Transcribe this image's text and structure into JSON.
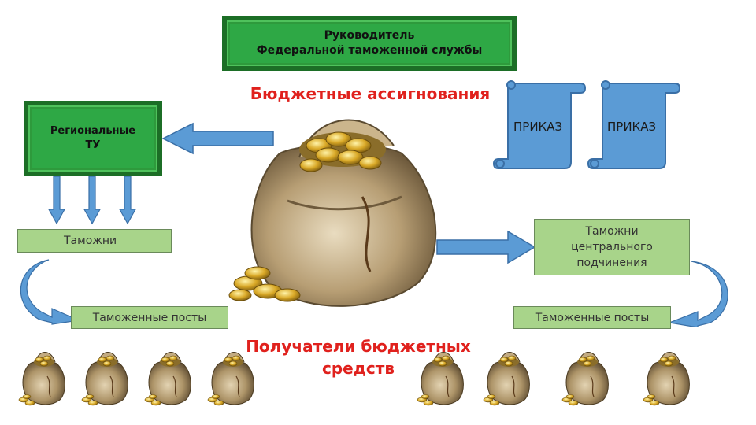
{
  "head": {
    "line1": "Руководитель",
    "line2": "Федеральной таможенной службы"
  },
  "budget_label": "Бюджетные ассигнования",
  "regional": {
    "line1": "Региональные",
    "line2": "ТУ"
  },
  "orders": [
    "ПРИКАЗ",
    "ПРИКАЗ"
  ],
  "customs_left": "Таможни",
  "customs_central": {
    "line1": "Таможни",
    "line2": "центрального",
    "line3": "подчинения"
  },
  "posts_left": "Таможенные посты",
  "posts_right": "Таможенные посты",
  "recipients": {
    "line1": "Получатели бюджетных",
    "line2": "средств"
  },
  "colors": {
    "green_dark": "#1c6e26",
    "green": "#2ea845",
    "light_green": "#a8d48a",
    "blue_arrow": "#5b9bd5",
    "red_text": "#e0211d"
  }
}
